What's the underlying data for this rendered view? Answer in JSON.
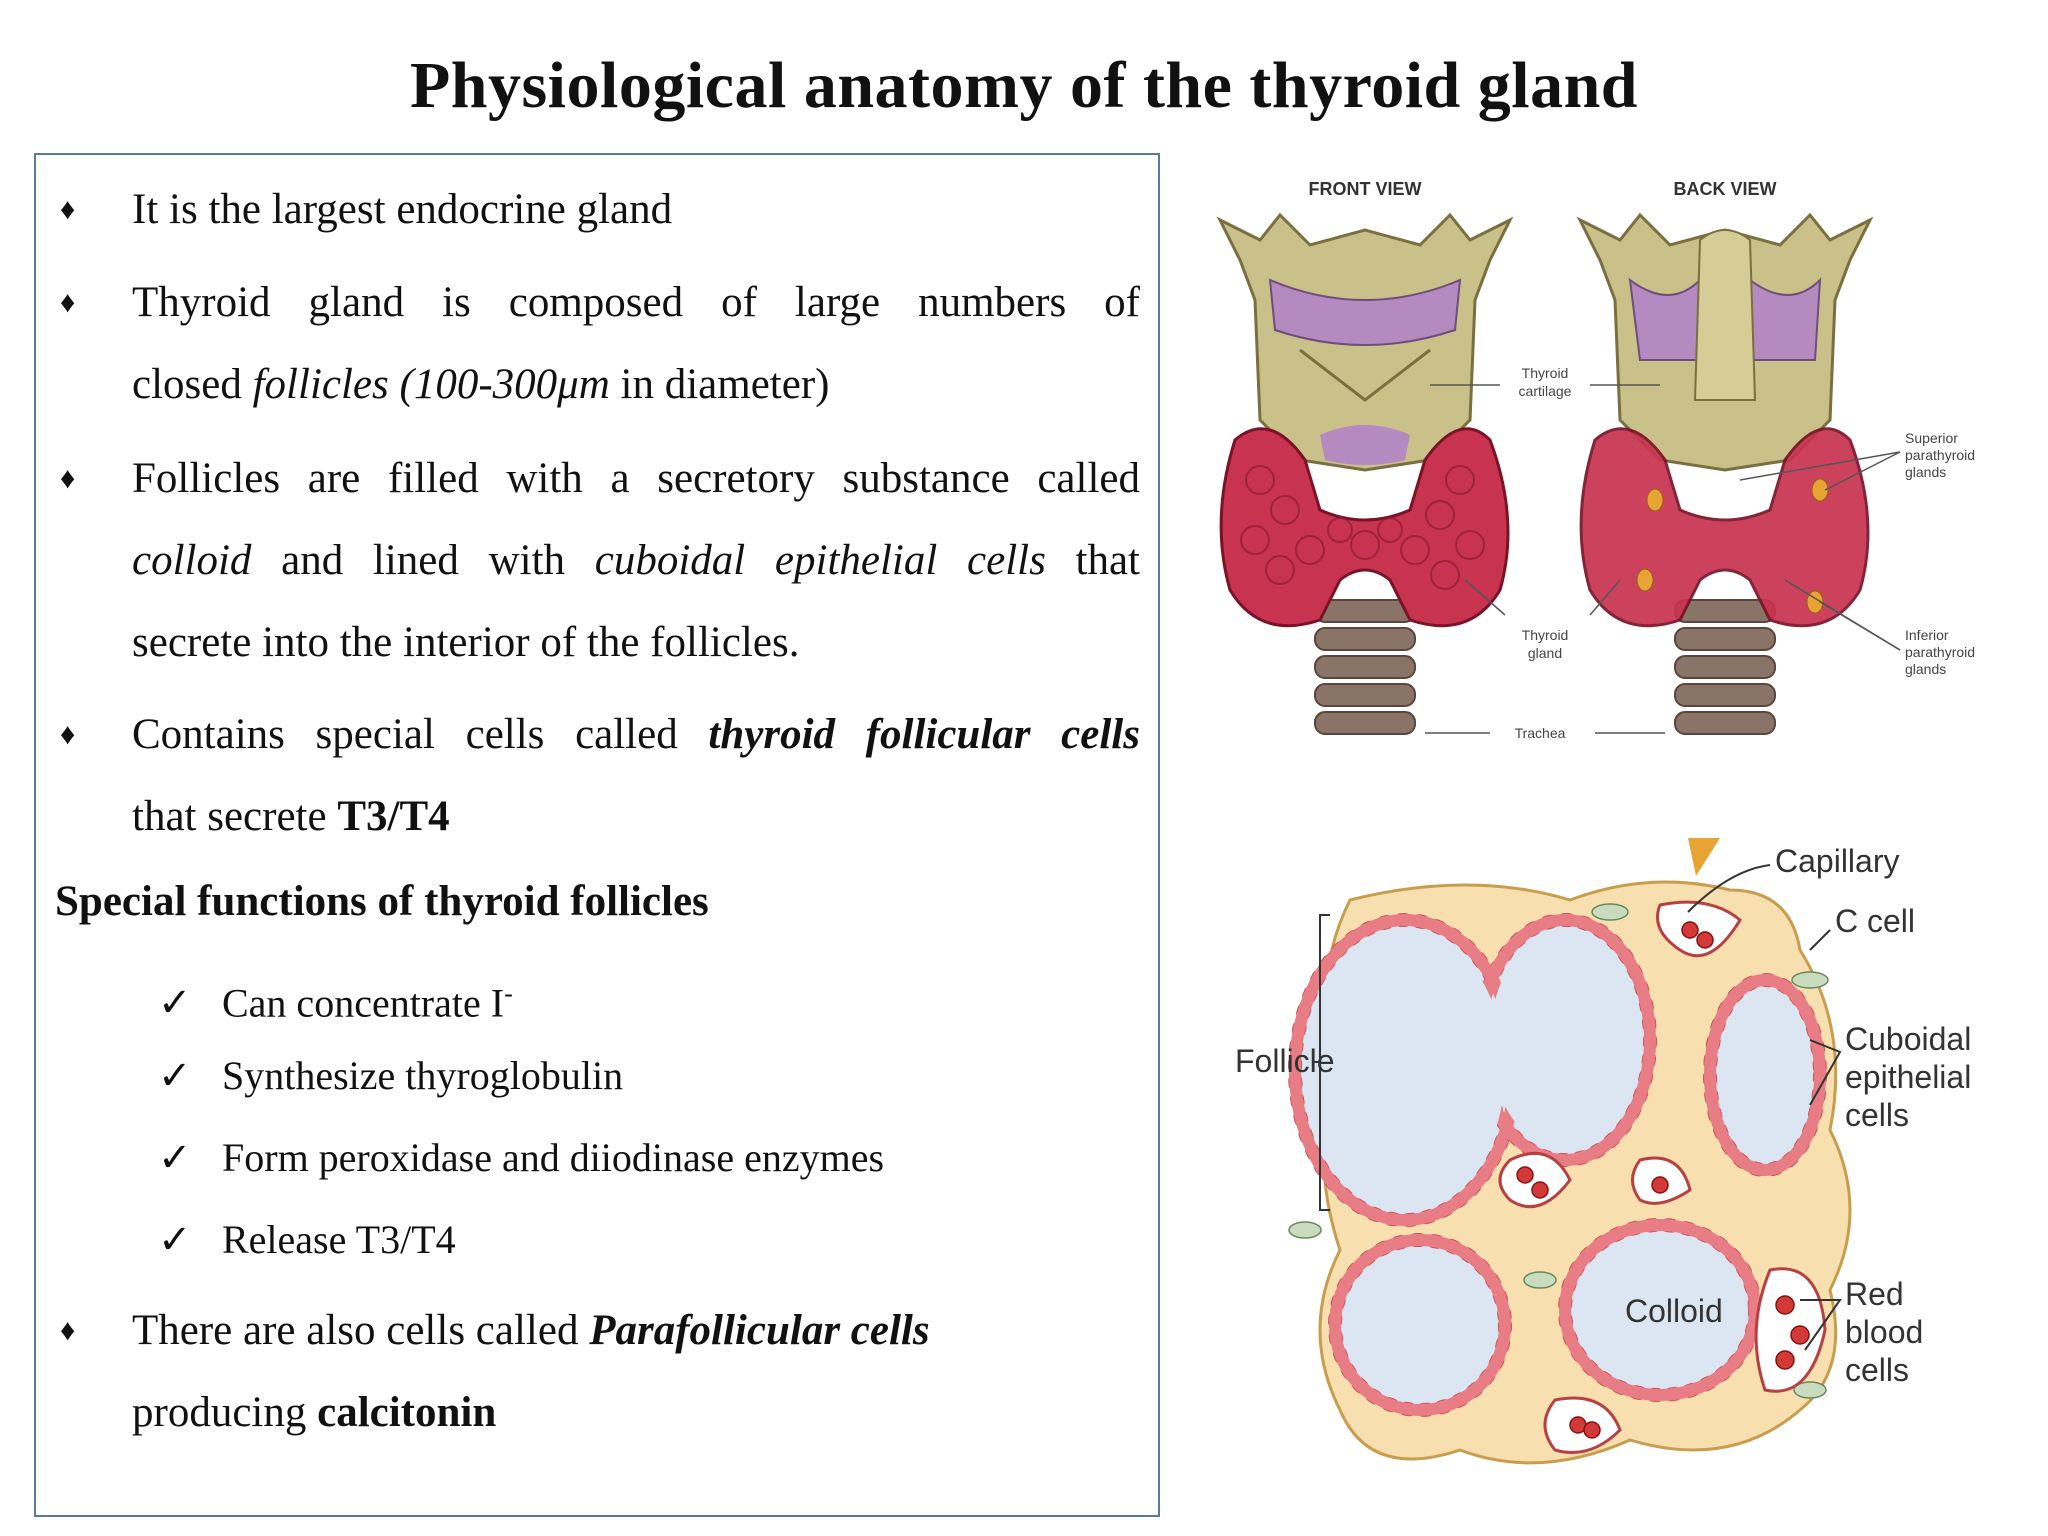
{
  "title": "Physiological anatomy of the thyroid gland",
  "bullets": {
    "b1": {
      "text": "It is the largest endocrine gland"
    },
    "b2": {
      "t1": "Thyroid gland is composed of large numbers of",
      "t2": "closed ",
      "it": "follicles (100-300μm",
      "t3": " in diameter)"
    },
    "b3": {
      "t1": "Follicles are filled with a secretory substance called",
      "it1": "colloid",
      "t2": " and lined with ",
      "it2": "cuboidal epithelial cells",
      "t3": " that",
      "t4": "secrete into the interior of the follicles."
    },
    "b4": {
      "t1": "Contains special cells called ",
      "bi": "thyroid follicular cells",
      "t2": "that secrete ",
      "b": "T3/T4"
    },
    "b5": {
      "t1": "There are also cells called ",
      "bi": "Parafollicular cells",
      "t2": "producing ",
      "b": "calcitonin"
    }
  },
  "bullet_symbol": "♦",
  "check_symbol": "✓",
  "special_heading": "Special functions of thyroid follicles",
  "functions": [
    "Can concentrate I",
    "Synthesize thyroglobulin",
    "Form peroxidase and diiodinase enzymes",
    "Release T3/T4"
  ],
  "iodide_charge": "-",
  "anatomy_figure": {
    "front_view": "FRONT VIEW",
    "back_view": "BACK VIEW",
    "thyroid_cartilage": [
      "Thyroid",
      "cartilage"
    ],
    "superior_parathyroid": [
      "Superior",
      "parathyroid",
      "glands"
    ],
    "thyroid_gland": [
      "Thyroid",
      "gland"
    ],
    "inferior_parathyroid": [
      "Inferior",
      "parathyroid",
      "glands"
    ],
    "trachea": "Trachea"
  },
  "histology_figure": {
    "capillary": "Capillary",
    "c_cell": "C cell",
    "follicle": "Follicle",
    "cuboidal": [
      "Cuboidal",
      "epithelial",
      "cells"
    ],
    "colloid": "Colloid",
    "red_blood": [
      "Red",
      "blood",
      "cells"
    ]
  },
  "colors": {
    "gland": "#c8334f",
    "cartilage": "#c9c08a",
    "cartilage_purple": "#b48ac0",
    "trachea": "#8a7468",
    "tissue": "#f7dfb0",
    "colloid": "#dbe6f2",
    "cell": "#e87d86",
    "rbc": "#d23a3a"
  }
}
